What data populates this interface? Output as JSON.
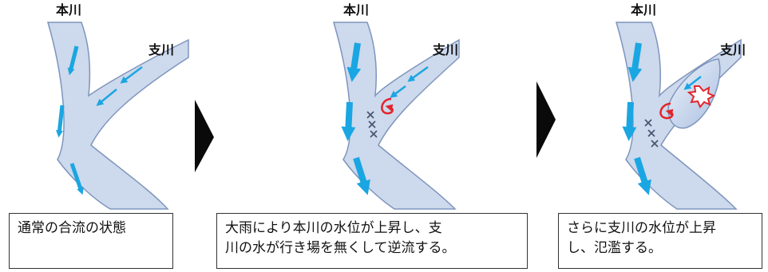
{
  "panels": [
    {
      "main_river_label": "本川",
      "tributary_label": "支川",
      "caption_lines": [
        "通常の合流の状態"
      ]
    },
    {
      "main_river_label": "本川",
      "tributary_label": "支川",
      "caption_lines": [
        "大雨により本川の水位が上昇し、支",
        "川の水が行き場を無くして逆流する。"
      ]
    },
    {
      "main_river_label": "本川",
      "tributary_label": "支川",
      "caption_lines": [
        "さらに支川の水位が上昇",
        "し、氾濫する。"
      ]
    }
  ],
  "colors": {
    "river_fill": "#cdd9ec",
    "river_outline": "#7e95bd",
    "flow_arrow": "#1aa6e2",
    "backflow_arrow": "#e3242b",
    "blocked_marks": "#4b5670",
    "stage_triangle": "#0a0a0a"
  },
  "icons": {
    "flow": "down-arrow-icon",
    "backflow": "u-turn-arrow-icon",
    "blocked": "cross-marks-icon",
    "overflow": "burst-icon",
    "step": "triangle-right-icon"
  }
}
